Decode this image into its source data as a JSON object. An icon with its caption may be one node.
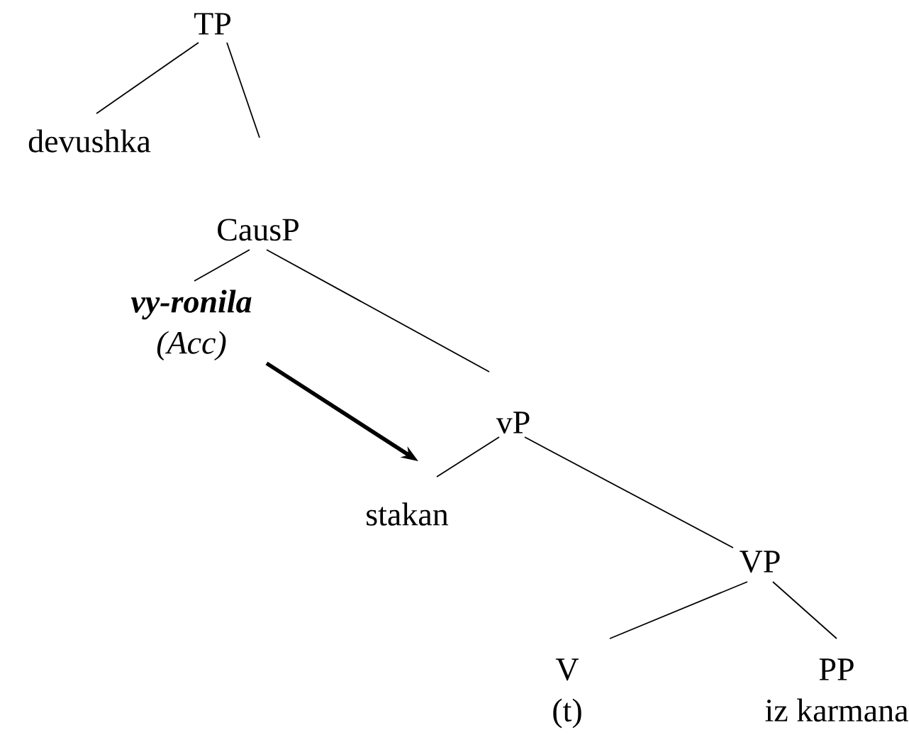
{
  "diagram": {
    "nodes": [
      {
        "text": [
          "TP"
        ]
      },
      {
        "text": [
          "devushka"
        ]
      },
      {
        "text": [
          "CausP"
        ]
      },
      {
        "text": [
          "vy-ronila",
          "(Acc)"
        ]
      },
      {
        "text": [
          "vP"
        ]
      },
      {
        "text": [
          "stakan"
        ]
      },
      {
        "text": [
          "VP"
        ]
      },
      {
        "text": [
          "V",
          "(t)"
        ]
      },
      {
        "text": [
          "PP",
          "iz karmana"
        ]
      }
    ],
    "edges": [
      {
        "from": 0,
        "to": 1,
        "arrow": "none"
      },
      {
        "from": 0,
        "to": 2,
        "arrow": "none"
      },
      {
        "from": 2,
        "to": 3,
        "arrow": "none"
      },
      {
        "from": 2,
        "to": 4,
        "arrow": "none"
      },
      {
        "from": 3,
        "to": 5,
        "arrow": "to",
        "style": "thick"
      },
      {
        "from": 4,
        "to": 5,
        "arrow": "none"
      },
      {
        "from": 4,
        "to": 6,
        "arrow": "none"
      },
      {
        "from": 6,
        "to": 7,
        "arrow": "none"
      },
      {
        "from": 6,
        "to": 8,
        "arrow": "none"
      }
    ]
  }
}
